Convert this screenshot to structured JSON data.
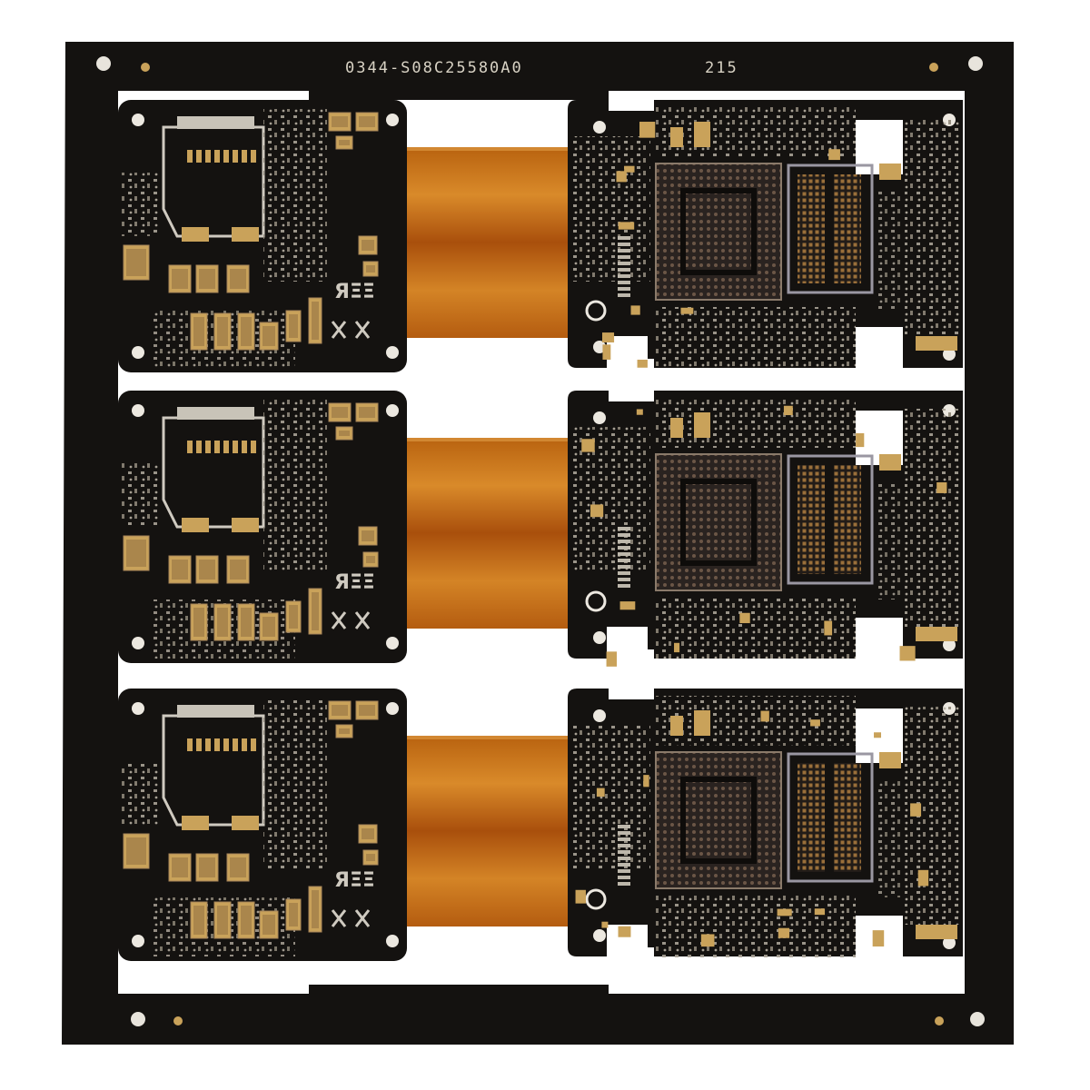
{
  "panel": {
    "part_number": "0344-S08C25580A0",
    "date_code": "215"
  },
  "board": {
    "silk_marks": [
      "ЯΞΞ",
      "ЯΞΞ",
      "ЯΞΞ"
    ]
  },
  "colors": {
    "solder_mask": "#141210",
    "gold": "#c9a25a",
    "silk": "#cfcac0",
    "flex": "#c9741a",
    "background": "#ffffff"
  }
}
